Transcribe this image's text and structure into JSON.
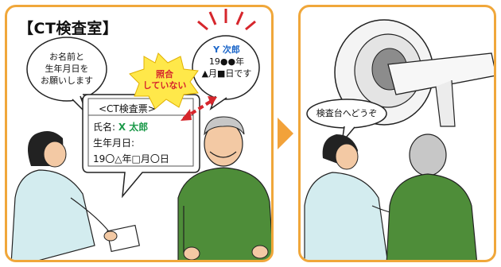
{
  "left_panel": {
    "title": "【CT検査室】",
    "nurse_bubble": [
      "お名前と",
      "生年月日を",
      "お願いします"
    ],
    "patient_bubble": {
      "name": "Y 次郎",
      "line2": "19●●年",
      "line3": "▲月■日です"
    },
    "alert": [
      "照合",
      "していない"
    ],
    "card": {
      "title": "<CT検査票>",
      "name_label": "氏名:",
      "name_value": "X 太郎",
      "dob_label": "生年月日:",
      "dob_value": "19〇△年□月〇日"
    }
  },
  "right_panel": {
    "nurse_bubble": "検査台へどうぞ"
  },
  "colors": {
    "border": "#f0a73a",
    "alert_yellow": "#ffe84a",
    "alert_red": "#d6262c",
    "green": "#1c9a4a",
    "blue": "#1b66c9"
  }
}
